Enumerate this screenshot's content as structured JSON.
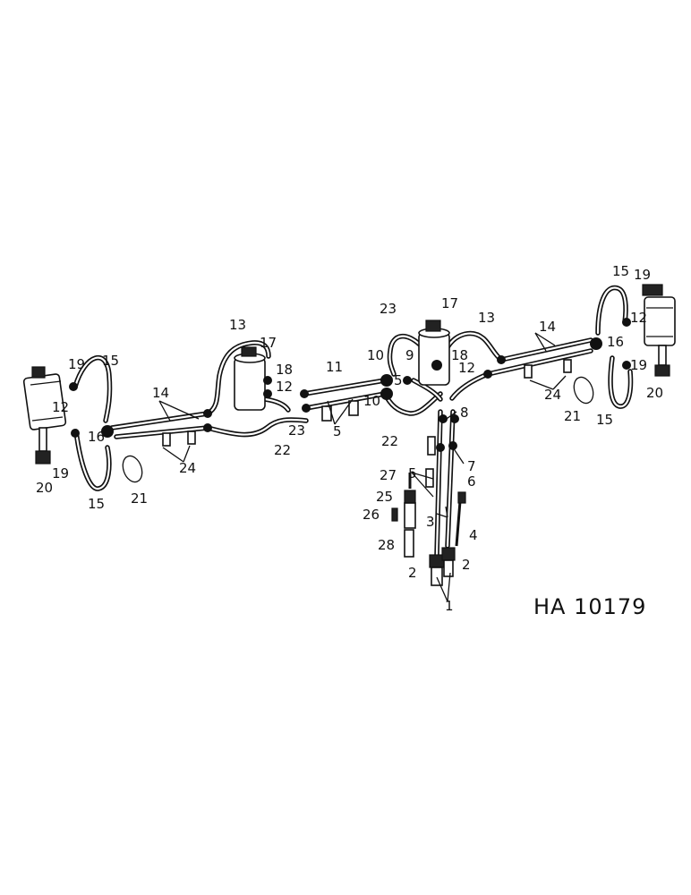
{
  "figure_id": "HA 10179",
  "callouts": [
    "1",
    "2",
    "2",
    "3",
    "4",
    "5",
    "5",
    "5",
    "6",
    "7",
    "8",
    "9",
    "10",
    "10",
    "11",
    "12",
    "12",
    "12",
    "12",
    "13",
    "13",
    "14",
    "14",
    "15",
    "15",
    "15",
    "15",
    "16",
    "16",
    "17",
    "17",
    "18",
    "18",
    "19",
    "19",
    "19",
    "19",
    "20",
    "20",
    "21",
    "21",
    "22",
    "22",
    "23",
    "23",
    "24",
    "24",
    "25",
    "26",
    "27",
    "28"
  ]
}
